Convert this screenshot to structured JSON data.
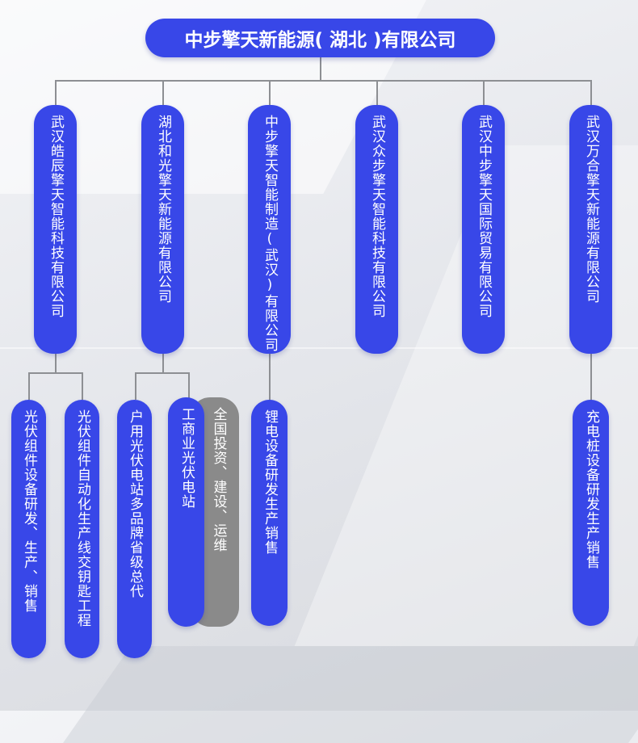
{
  "diagram": {
    "root": "中步擎天新能源( 湖北 )有限公司",
    "subsidiaries": [
      "武汉皓辰擎天智能科技有限公司",
      "湖北和光擎天新能源有限公司",
      "中步擎天智能制造(武汉)有限公司",
      "武汉众步擎天智能科技有限公司",
      "武汉中步擎天国际贸易有限公司",
      "武汉万合擎天新能源有限公司"
    ],
    "businesses": [
      "光伏组件设备研发、生产、销售",
      "光伏组件自动化生产线交钥匙工程",
      "户用光伏电站多品牌省级总代",
      "工商业光伏电站",
      "全国投资、建设、运维",
      "锂电设备研发生产销售",
      "充电桩设备研发生产销售"
    ],
    "colors": {
      "primary": "#3847e8",
      "secondary": "#8a8a8a",
      "connector": "#8d8f93"
    }
  }
}
